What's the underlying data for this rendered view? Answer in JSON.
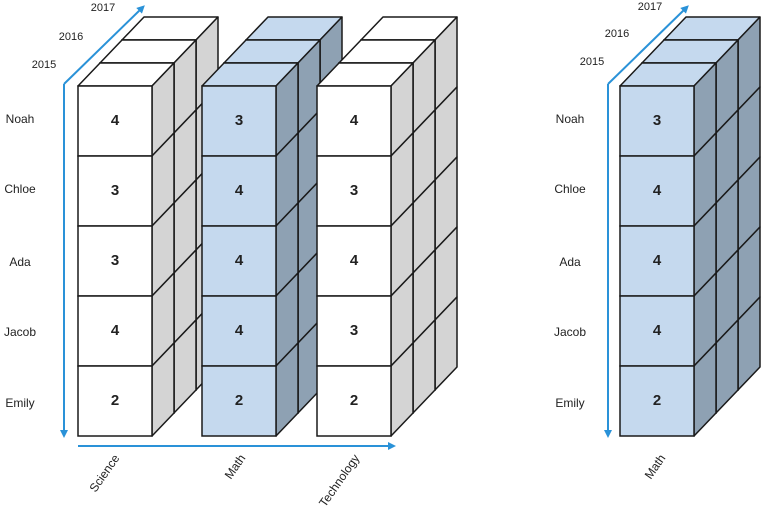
{
  "rows": [
    "Noah",
    "Chloe",
    "Ada",
    "Jacob",
    "Emily"
  ],
  "years": [
    "2015",
    "2016",
    "2017"
  ],
  "colors": {
    "white_front": "#ffffff",
    "white_side": "#d4d4d4",
    "white_top": "#ffffff",
    "blue_front": "#c5d9ee",
    "blue_side": "#8ea1b3",
    "blue_top": "#c5d9ee",
    "edge": "#1a1a1a",
    "arrow": "#2a92d8"
  },
  "cube": {
    "subjects": [
      {
        "name": "Science",
        "values": [
          4,
          3,
          3,
          4,
          2
        ],
        "highlight": false
      },
      {
        "name": "Math",
        "values": [
          3,
          4,
          4,
          4,
          2
        ],
        "highlight": true
      },
      {
        "name": "Technology",
        "values": [
          4,
          3,
          4,
          3,
          2
        ],
        "highlight": false
      }
    ]
  },
  "slice": {
    "subject": {
      "name": "Math",
      "values": [
        3,
        4,
        4,
        4,
        2
      ],
      "highlight": true
    }
  }
}
